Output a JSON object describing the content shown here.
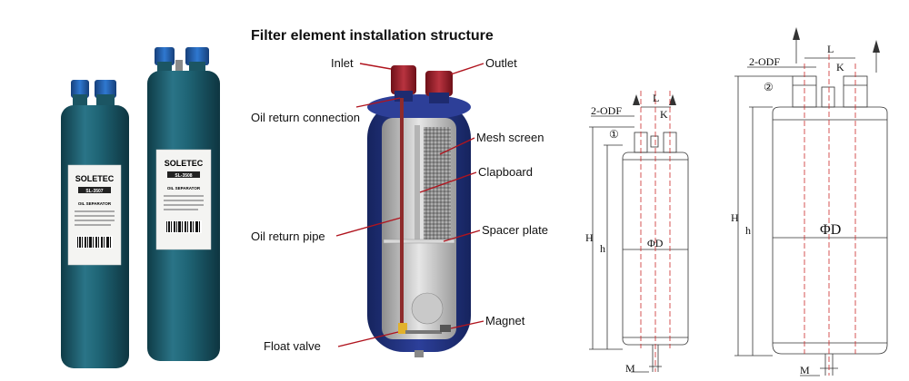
{
  "product_photo": {
    "brand": "SOLETEC",
    "model_left": "SL-3507",
    "model_right": "SL-3508",
    "product_name": "OIL SEPARATOR"
  },
  "structure": {
    "title": "Filter element installation structure",
    "callouts": {
      "inlet": "Inlet",
      "outlet": "Outlet",
      "oil_return_connection": "Oil return connection",
      "mesh_screen": "Mesh screen",
      "clapboard": "Clapboard",
      "oil_return_pipe": "Oil return pipe",
      "spacer_plate": "Spacer plate",
      "magnet": "Magnet",
      "float_valve": "Float valve"
    }
  },
  "drawing_small": {
    "odf": "2-ODF",
    "L": "L",
    "K": "K",
    "marker": "①",
    "H": "H",
    "h": "h",
    "D": "ΦD",
    "M": "M"
  },
  "drawing_large": {
    "odf": "2-ODF",
    "L": "L",
    "K": "K",
    "marker": "②",
    "H": "H",
    "h": "h",
    "D": "ΦD",
    "M": "M"
  },
  "colors": {
    "shell_teal": "#1f5f6e",
    "cap_blue": "#1e5aa8",
    "cutaway_navy": "#1d2f7a",
    "port_red": "#9a1f2a",
    "center_line": "#cc2a2a"
  }
}
